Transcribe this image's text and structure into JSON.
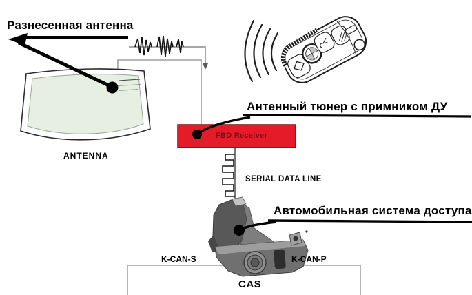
{
  "diagram": {
    "annotations": {
      "spaced_antenna": "Разнесенная антенна",
      "antenna_tuner": "Антенный тюнер с примником ДУ",
      "access_system": "Автомобильная система доступа"
    },
    "components": {
      "windshield_caption": "ANTENNA",
      "receiver_label": "FBD Receiver",
      "serial_line_label": "SERIAL DATA LINE",
      "bus_left_label": "K-CAN-S",
      "bus_right_label": "K-CAN-P",
      "module_caption": "CAS"
    },
    "colors": {
      "receiver_fill": "#e61b2a",
      "receiver_border": "#7e0d14",
      "receiver_text": "#7e0d14",
      "glass_fill": "#e6efe1",
      "wire_gray": "#8c8c8c",
      "bus_gray": "#b5b5b5",
      "signal_black": "#141414",
      "annotation_black": "#000000"
    },
    "icons": {
      "windshield": "windshield-antenna-icon",
      "antenna_point": "antenna-feed-dot-icon",
      "noise": "rf-noise-burst-icon",
      "key_fob": "key-fob-remote-icon",
      "waves": "radio-waves-icon",
      "square_wave": "digital-signal-icon",
      "module": "cas-control-module-icon"
    }
  }
}
